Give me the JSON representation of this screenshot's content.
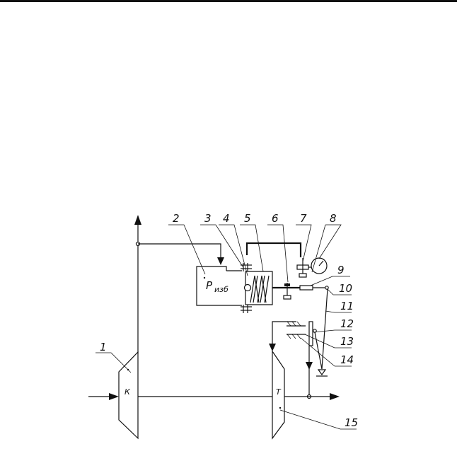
{
  "diagram": {
    "callouts": [
      "1",
      "2",
      "3",
      "4",
      "5",
      "6",
      "7",
      "8",
      "9",
      "10",
      "11",
      "12",
      "13",
      "14",
      "15"
    ],
    "compressor_letter": "К",
    "turbine_letter": "Т",
    "pressure_symbol": "P",
    "pressure_subscript": "изб"
  }
}
